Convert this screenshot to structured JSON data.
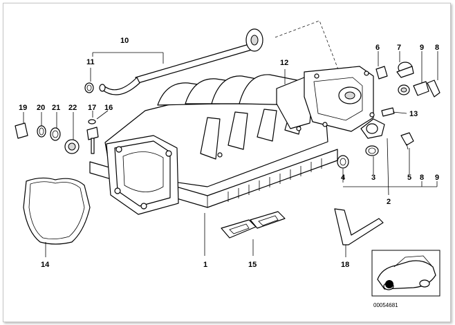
{
  "callouts": {
    "c1": "1",
    "c2": "2",
    "c3": "3",
    "c4": "4",
    "c5": "5",
    "c6": "6",
    "c7": "7",
    "c8a": "8",
    "c8b": "8",
    "c9a": "9",
    "c9b": "9",
    "c10": "10",
    "c11": "11",
    "c12": "12",
    "c13": "13",
    "c14": "14",
    "c15": "15",
    "c16": "16",
    "c17": "17",
    "c18": "18",
    "c19": "19",
    "c20": "20",
    "c21": "21",
    "c22": "22"
  },
  "reference_number": "00054681",
  "colors": {
    "line": "#000000",
    "background": "#ffffff",
    "frame": "#c4c4c4"
  }
}
